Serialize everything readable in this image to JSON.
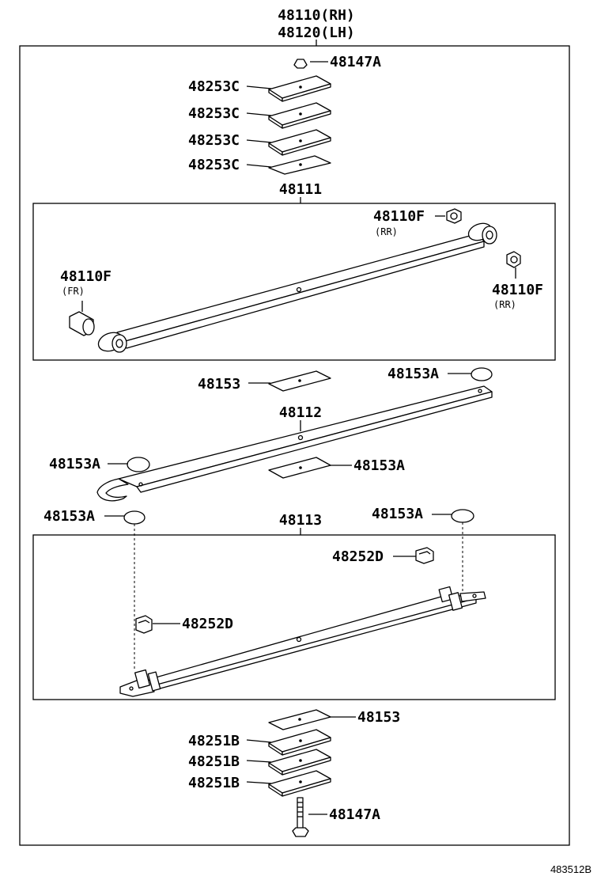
{
  "header": {
    "line1": "48110(RH)",
    "line2": "48120(LH)"
  },
  "labels": {
    "nut_top": "48147A",
    "spacer1": "48253C",
    "spacer2": "48253C",
    "spacer3": "48253C",
    "spacer4": "48253C",
    "leaf1_group": "48111",
    "bushing_rr_top": "48110F",
    "bushing_rr_top_note": "(RR)",
    "bushing_fr": "48110F",
    "bushing_fr_note": "(FR)",
    "bushing_rr_right": "48110F",
    "bushing_rr_right_note": "(RR)",
    "liner_upper": "48153",
    "pad_upper_right": "48153A",
    "leaf2": "48112",
    "pad_left_upper": "48153A",
    "liner_mid": "48153A",
    "pad_left_lower": "48153A",
    "leaf3_group": "48113",
    "pad_right_lower": "48153A",
    "clip_upper": "48252D",
    "clip_lower": "48252D",
    "liner_bottom": "48153",
    "spacer_b1": "48251B",
    "spacer_b2": "48251B",
    "spacer_b3": "48251B",
    "bolt": "48147A"
  },
  "footer": {
    "code": "483512B"
  }
}
